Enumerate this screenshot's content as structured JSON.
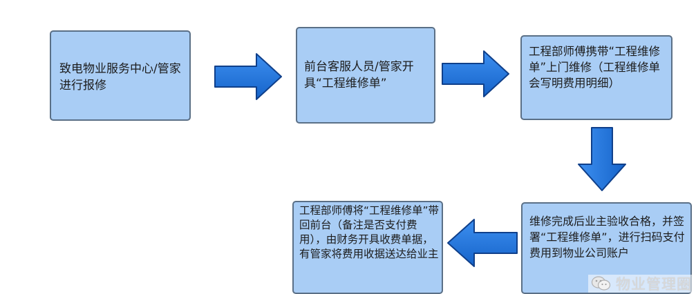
{
  "nodes": [
    {
      "id": "box1",
      "text": "致电物业服务中心/管家进行报修"
    },
    {
      "id": "box2",
      "text": "前台客服人员/管家开具“工程维修单”"
    },
    {
      "id": "box3",
      "text": "工程部师傅携带“工程维修单”上门维修（工程维修单会写明费用明细）"
    },
    {
      "id": "box4",
      "text": "维修完成后业主验收合格，并签署“工程维修单”，进行扫码支付费用到物业公司账户"
    },
    {
      "id": "box5",
      "text": "工程部师傅将“工程维修单”带回前台（备注是否支付费用），由财务开具收费单据，有管家将费用收据送达给业主"
    }
  ],
  "edges": [
    {
      "from": "box1",
      "to": "box2",
      "direction": "right"
    },
    {
      "from": "box2",
      "to": "box3",
      "direction": "right"
    },
    {
      "from": "box3",
      "to": "box4",
      "direction": "down"
    },
    {
      "from": "box4",
      "to": "box5",
      "direction": "left"
    }
  ],
  "watermark": {
    "text": "物业管理圈",
    "icon": "wechat-icon"
  },
  "colors": {
    "box_fill": "#a9cdf5",
    "box_border": "#5a6f86",
    "arrow_fill": "#1c6fd6",
    "arrow_stroke": "#0f3f8a",
    "text": "#1c1c1c"
  }
}
